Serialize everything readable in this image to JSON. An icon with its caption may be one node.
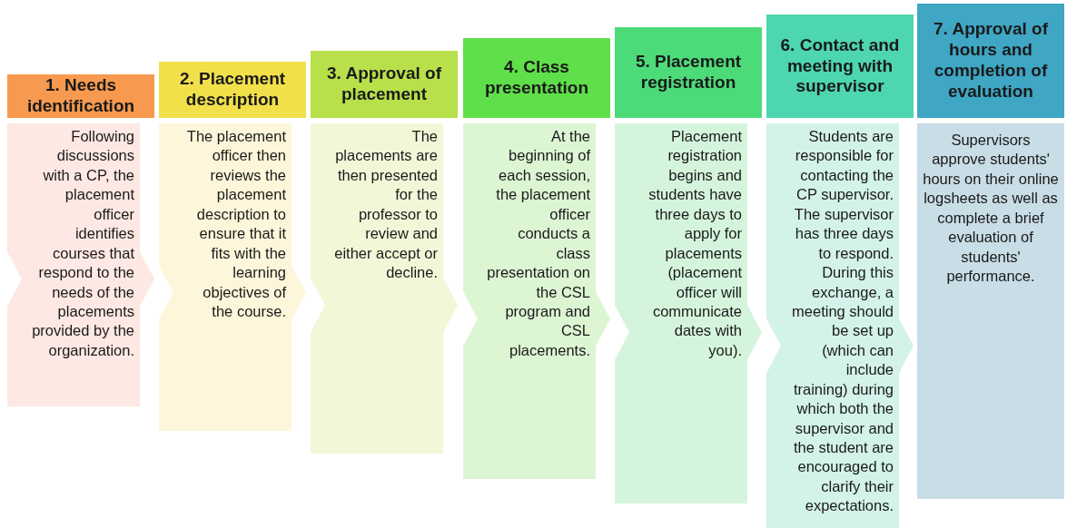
{
  "diagram": {
    "nodes": [
      {
        "text": [
          "1. Needs identification"
        ]
      },
      {
        "text": [
          "Following discussions with a CP, the placement officer identifies courses that respond to the needs of the placements provided by the organization."
        ]
      },
      {
        "text": [
          "2. Placement description"
        ]
      },
      {
        "text": [
          "The placement officer then reviews the placement description to ensure that it fits with the learning objectives of the course."
        ]
      },
      {
        "text": [
          "3. Approval of placement"
        ]
      },
      {
        "text": [
          "The placements are then presented for the professor to review and either accept or decline."
        ]
      },
      {
        "text": [
          "4. Class presentation"
        ]
      },
      {
        "text": [
          "At the beginning of each session, the placement officer conducts a class presentation on the CSL program and CSL placements."
        ]
      },
      {
        "text": [
          "5. Placement registration"
        ]
      },
      {
        "text": [
          "Placement registration begins and students have three days to apply for placements (placement officer will communicate dates with you)."
        ]
      },
      {
        "text": [
          "6. Contact and meeting with supervisor"
        ]
      },
      {
        "text": [
          "Students are responsible for contacting the CP supervisor. The supervisor has three days to respond. During this exchange, a meeting should be set up (which can include training) during which both the supervisor and the student are encouraged to clarify their expectations."
        ]
      },
      {
        "text": [
          "7. Approval of hours and completion of evaluation"
        ]
      },
      {
        "text": [
          "Supervisors approve students' hours on their online logsheets as well as complete a brief evaluation of students' performance."
        ]
      }
    ]
  }
}
